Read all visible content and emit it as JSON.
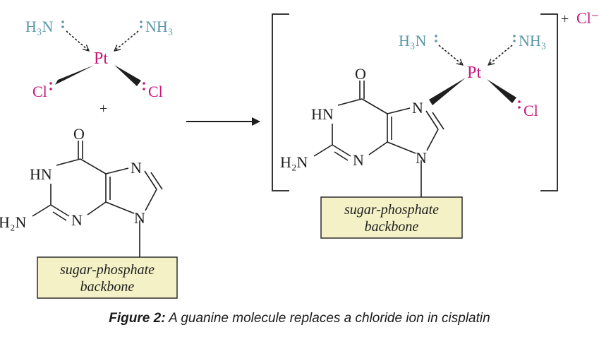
{
  "colors": {
    "ligand": "#5a98a8",
    "chloride": "#c8177a",
    "ink": "#1e1e1e",
    "box_fill": "#f3f1c5"
  },
  "cisplatin": {
    "nh3_left": "H₃N",
    "nh3_right": "NH₃",
    "metal": "Pt",
    "cl_left": "Cl",
    "cl_right": "Cl"
  },
  "plus": "+",
  "guanine": {
    "oxygen": "O",
    "hn": "HN",
    "n_ring_top": "N",
    "n_ring_bottom": "N",
    "n9": "N",
    "amine": "H₂N",
    "backbone_line1": "sugar-phosphate",
    "backbone_line2": "backbone"
  },
  "complex": {
    "charge": "+",
    "counter_ion": "Cl⁻"
  },
  "caption": {
    "label": "Figure 2:",
    "text": "A guanine molecule replaces a chloride ion in cisplatin"
  }
}
